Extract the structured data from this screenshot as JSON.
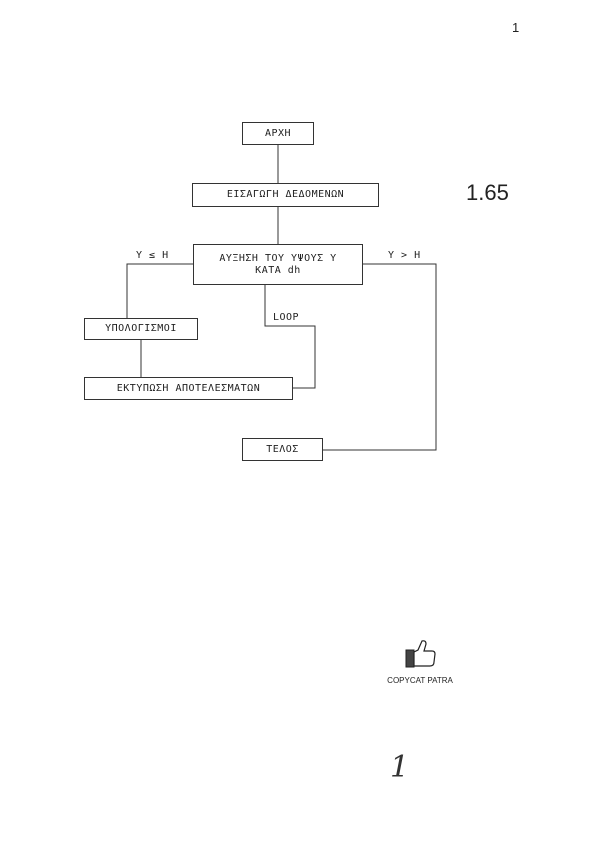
{
  "page": {
    "number": "1",
    "label": "1.65"
  },
  "flowchart": {
    "start": "ΑΡΧΗ",
    "input": "ΕΙΣΑΓΩΓΗ ΔΕΔΟΜΕΝΩΝ",
    "increase_line1": "ΑΥΞΗΣΗ ΤΟΥ ΥΨΟΥΣ Υ",
    "increase_line2": "ΚΑΤΑ dh",
    "calc": "ΥΠΟΛΟΓΙΣΜΟΙ",
    "print": "ΕΚΤΥΠΩΣΗ ΑΠΟΤΕΛΕΣΜΑΤΩΝ",
    "end": "ΤΕΛΟΣ",
    "cond_left": "Υ ≤ Η",
    "cond_right": "Υ > Η",
    "loop": "LOOP"
  },
  "stamp": {
    "text": "COPYCAT PATRA",
    "icon": "thumbs-up-icon"
  },
  "handwritten": "1"
}
